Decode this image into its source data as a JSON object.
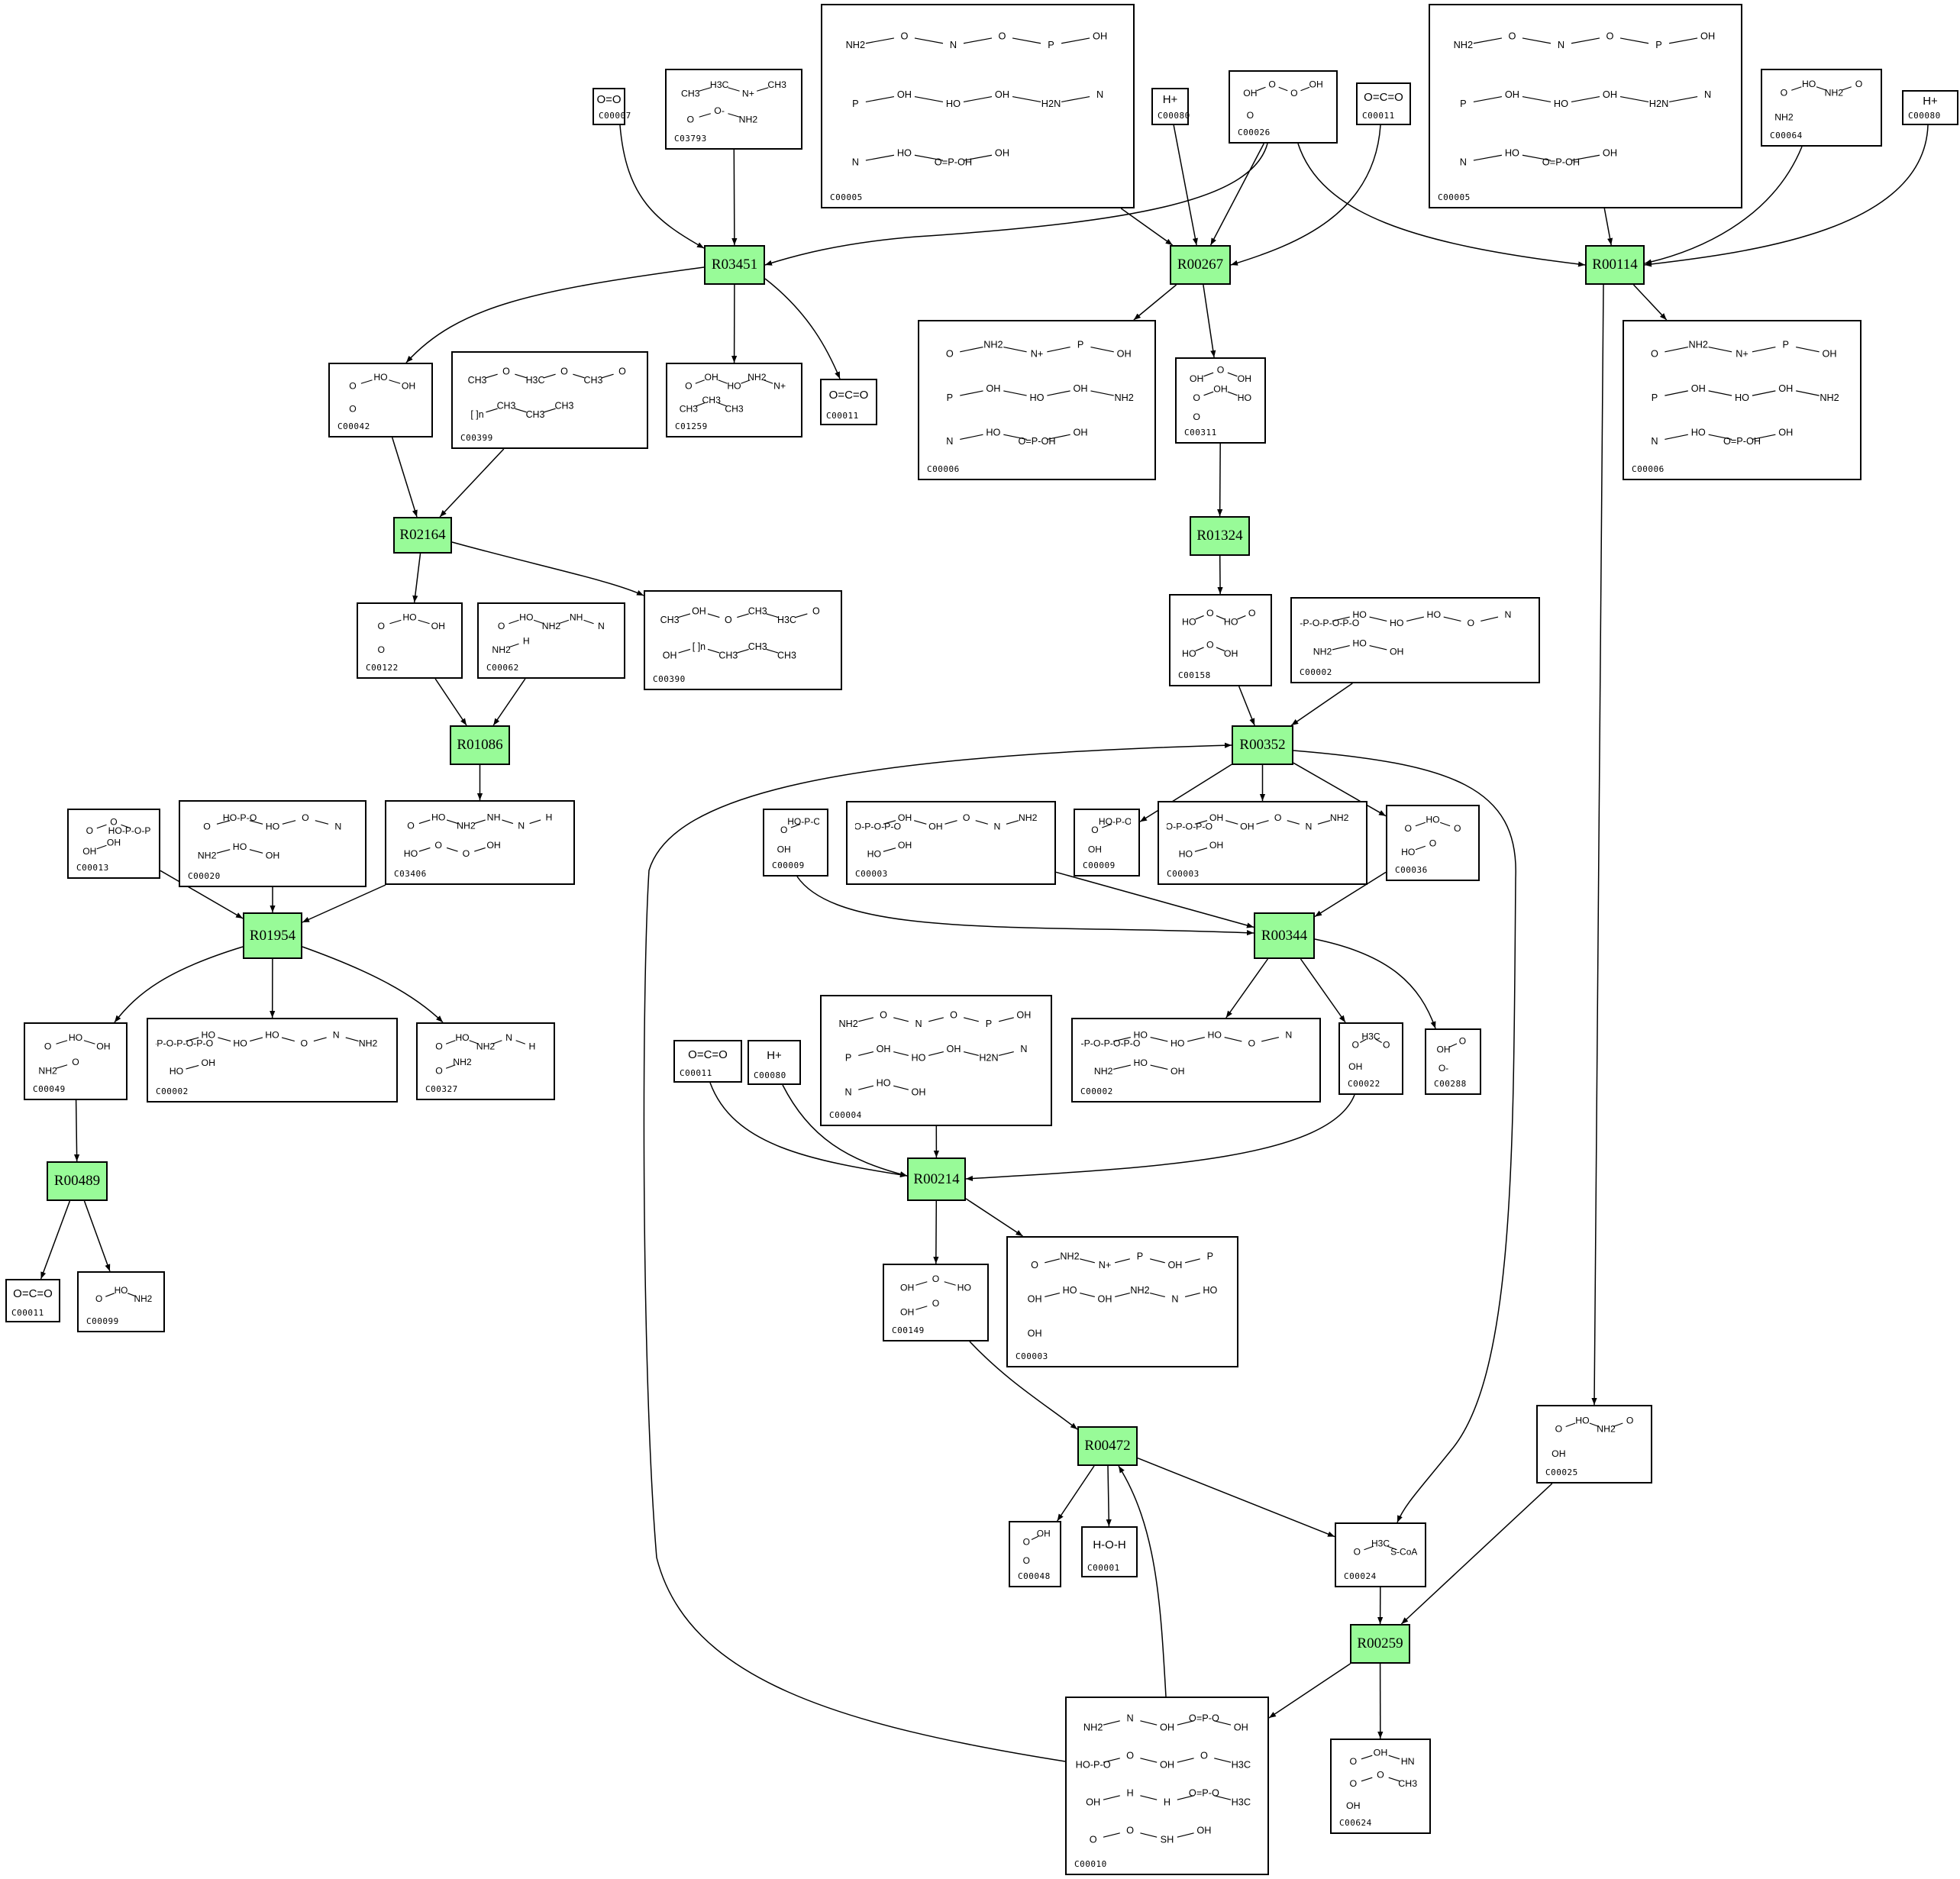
{
  "diagram": {
    "type": "metabolic-reaction-network",
    "colors": {
      "reaction_fill": "#98fb98",
      "border": "#000000",
      "edge": "#000000",
      "background": "#ffffff"
    },
    "reactions": [
      {
        "id": "r_R03451",
        "label": "R03451"
      },
      {
        "id": "r_R00267",
        "label": "R00267"
      },
      {
        "id": "r_R00114",
        "label": "R00114"
      },
      {
        "id": "r_R02164",
        "label": "R02164"
      },
      {
        "id": "r_R01324",
        "label": "R01324"
      },
      {
        "id": "r_R01086",
        "label": "R01086"
      },
      {
        "id": "r_R00352",
        "label": "R00352"
      },
      {
        "id": "r_R01954",
        "label": "R01954"
      },
      {
        "id": "r_R00344",
        "label": "R00344"
      },
      {
        "id": "r_R00489",
        "label": "R00489"
      },
      {
        "id": "r_R00214",
        "label": "R00214"
      },
      {
        "id": "r_R00472",
        "label": "R00472"
      },
      {
        "id": "r_R00259",
        "label": "R00259"
      }
    ],
    "compounds": [
      {
        "id": "c_C00007",
        "label": "C00007",
        "kind": "simple",
        "formula": "O=O"
      },
      {
        "id": "c_C03793",
        "label": "C03793",
        "kind": "struct",
        "fragments": [
          "CH3",
          "H3C",
          "N+",
          "CH3",
          "O",
          "O-",
          "NH2"
        ]
      },
      {
        "id": "c_C00005a",
        "label": "C00005",
        "kind": "struct",
        "fragments": [
          "NH2",
          "O",
          "N",
          "O",
          "P",
          "OH",
          "P",
          "OH",
          "HO",
          "OH",
          "H2N",
          "N",
          "N",
          "HO",
          "O=P-OH",
          "OH"
        ]
      },
      {
        "id": "c_C00080a",
        "label": "C00080",
        "kind": "simple",
        "formula": "H+"
      },
      {
        "id": "c_C00026",
        "label": "C00026",
        "kind": "struct",
        "fragments": [
          "OH",
          "O",
          "O",
          "OH",
          "O"
        ]
      },
      {
        "id": "c_C00011a",
        "label": "C00011",
        "kind": "simple",
        "formula": "O=C=O"
      },
      {
        "id": "c_C00005b",
        "label": "C00005",
        "kind": "struct",
        "fragments": [
          "NH2",
          "O",
          "N",
          "O",
          "P",
          "OH",
          "P",
          "OH",
          "HO",
          "OH",
          "H2N",
          "N",
          "N",
          "HO",
          "O=P-OH",
          "OH"
        ]
      },
      {
        "id": "c_C00064",
        "label": "C00064",
        "kind": "struct",
        "fragments": [
          "O",
          "HO",
          "NH2",
          "O",
          "NH2"
        ]
      },
      {
        "id": "c_C00080b",
        "label": "C00080",
        "kind": "simple",
        "formula": "H+"
      },
      {
        "id": "c_C00042",
        "label": "C00042",
        "kind": "struct",
        "fragments": [
          "O",
          "HO",
          "OH",
          "O"
        ]
      },
      {
        "id": "c_C00399",
        "label": "C00399",
        "kind": "struct",
        "fragments": [
          "CH3",
          "O",
          "H3C",
          "O",
          "CH3",
          "O",
          "[ ]n",
          "CH3",
          "CH3",
          "CH3"
        ]
      },
      {
        "id": "c_C01259",
        "label": "C01259",
        "kind": "struct",
        "fragments": [
          "O",
          "OH",
          "HO",
          "NH2",
          "N+",
          "CH3",
          "CH3",
          "CH3"
        ]
      },
      {
        "id": "c_C00011b",
        "label": "C00011",
        "kind": "simple",
        "formula": "O=C=O"
      },
      {
        "id": "c_C00006a",
        "label": "C00006",
        "kind": "struct",
        "fragments": [
          "O",
          "NH2",
          "N+",
          "P",
          "OH",
          "P",
          "OH",
          "HO",
          "OH",
          "NH2",
          "N",
          "HO",
          "O=P-OH",
          "OH"
        ]
      },
      {
        "id": "c_C00311",
        "label": "C00311",
        "kind": "struct",
        "fragments": [
          "OH",
          "O",
          "OH",
          "O",
          "OH",
          "HO",
          "O"
        ]
      },
      {
        "id": "c_C00006b",
        "label": "C00006",
        "kind": "struct",
        "fragments": [
          "O",
          "NH2",
          "N+",
          "P",
          "OH",
          "P",
          "OH",
          "HO",
          "OH",
          "NH2",
          "N",
          "HO",
          "O=P-OH",
          "OH"
        ]
      },
      {
        "id": "c_C00122",
        "label": "C00122",
        "kind": "struct",
        "fragments": [
          "O",
          "HO",
          "OH",
          "O"
        ]
      },
      {
        "id": "c_C00062",
        "label": "C00062",
        "kind": "struct",
        "fragments": [
          "O",
          "HO",
          "NH2",
          "NH",
          "N",
          "NH2",
          "H"
        ]
      },
      {
        "id": "c_C00390",
        "label": "C00390",
        "kind": "struct",
        "fragments": [
          "CH3",
          "OH",
          "O",
          "CH3",
          "H3C",
          "O",
          "OH",
          "[ ]n",
          "CH3",
          "CH3",
          "CH3"
        ]
      },
      {
        "id": "c_C00158",
        "label": "C00158",
        "kind": "struct",
        "fragments": [
          "HO",
          "O",
          "HO",
          "O",
          "HO",
          "O",
          "OH"
        ]
      },
      {
        "id": "c_C00002a",
        "label": "C00002",
        "kind": "struct",
        "fragments": [
          "HO-P-O-P-O-P-O",
          "HO",
          "HO",
          "HO",
          "O",
          "N",
          "NH2",
          "HO",
          "OH"
        ]
      },
      {
        "id": "c_C00013",
        "label": "C00013",
        "kind": "struct",
        "fragments": [
          "O",
          "O",
          "HO-P-O-P-OH",
          "OH",
          "OH"
        ]
      },
      {
        "id": "c_C00020",
        "label": "C00020",
        "kind": "struct",
        "fragments": [
          "O",
          "HO-P-O",
          "HO",
          "O",
          "N",
          "NH2",
          "HO",
          "OH"
        ]
      },
      {
        "id": "c_C03406",
        "label": "C03406",
        "kind": "struct",
        "fragments": [
          "O",
          "HO",
          "NH2",
          "NH",
          "N",
          "H",
          "HO",
          "O",
          "O",
          "OH"
        ]
      },
      {
        "id": "c_C00009a",
        "label": "C00009",
        "kind": "struct",
        "fragments": [
          "O",
          "HO-P-OH",
          "OH"
        ]
      },
      {
        "id": "c_C00003a",
        "label": "C00003",
        "kind": "struct",
        "fragments": [
          "HO-P-O-P-O",
          "OH",
          "OH",
          "O",
          "N",
          "NH2",
          "HO",
          "OH"
        ]
      },
      {
        "id": "c_C00009b",
        "label": "C00009",
        "kind": "struct",
        "fragments": [
          "O",
          "HO-P-OH",
          "OH"
        ]
      },
      {
        "id": "c_C00003b",
        "label": "C00003",
        "kind": "struct",
        "fragments": [
          "HO-P-O-P-O",
          "OH",
          "OH",
          "O",
          "N",
          "NH2",
          "HO",
          "OH"
        ]
      },
      {
        "id": "c_C00036",
        "label": "C00036",
        "kind": "struct",
        "fragments": [
          "O",
          "HO",
          "O",
          "HO",
          "O"
        ]
      },
      {
        "id": "c_C00049",
        "label": "C00049",
        "kind": "struct",
        "fragments": [
          "O",
          "HO",
          "OH",
          "NH2",
          "O"
        ]
      },
      {
        "id": "c_C00002b",
        "label": "C00002",
        "kind": "struct",
        "fragments": [
          "HO-P-O-P-O-P-O",
          "HO",
          "HO",
          "HO",
          "O",
          "N",
          "NH2",
          "HO",
          "OH"
        ]
      },
      {
        "id": "c_C00327",
        "label": "C00327",
        "kind": "struct",
        "fragments": [
          "O",
          "HO",
          "NH2",
          "N",
          "H",
          "O",
          "NH2"
        ]
      },
      {
        "id": "c_C00011c",
        "label": "C00011",
        "kind": "simple",
        "formula": "O=C=O"
      },
      {
        "id": "c_C00080c",
        "label": "C00080",
        "kind": "simple",
        "formula": "H+"
      },
      {
        "id": "c_C00004",
        "label": "C00004",
        "kind": "struct",
        "fragments": [
          "NH2",
          "O",
          "N",
          "O",
          "P",
          "OH",
          "P",
          "OH",
          "HO",
          "OH",
          "H2N",
          "N",
          "N",
          "HO",
          "OH"
        ]
      },
      {
        "id": "c_C00002c",
        "label": "C00002",
        "kind": "struct",
        "fragments": [
          "HO-P-O-P-O-P-O",
          "HO",
          "HO",
          "HO",
          "O",
          "N",
          "NH2",
          "HO",
          "OH"
        ]
      },
      {
        "id": "c_C00022",
        "label": "C00022",
        "kind": "struct",
        "fragments": [
          "O",
          "H3C",
          "O",
          "OH"
        ]
      },
      {
        "id": "c_C00288",
        "label": "C00288",
        "kind": "struct",
        "fragments": [
          "OH",
          "O",
          "O-"
        ]
      },
      {
        "id": "c_C00011d",
        "label": "C00011",
        "kind": "simple",
        "formula": "O=C=O"
      },
      {
        "id": "c_C00099",
        "label": "C00099",
        "kind": "struct",
        "fragments": [
          "O",
          "HO",
          "NH2"
        ]
      },
      {
        "id": "c_C00149",
        "label": "C00149",
        "kind": "struct",
        "fragments": [
          "OH",
          "O",
          "HO",
          "OH",
          "O"
        ]
      },
      {
        "id": "c_C00003c",
        "label": "C00003",
        "kind": "struct",
        "fragments": [
          "O",
          "NH2",
          "N+",
          "P",
          "OH",
          "P",
          "OH",
          "HO",
          "OH",
          "NH2",
          "N",
          "HO",
          "OH"
        ]
      },
      {
        "id": "c_C00025",
        "label": "C00025",
        "kind": "struct",
        "fragments": [
          "O",
          "HO",
          "NH2",
          "O",
          "OH"
        ]
      },
      {
        "id": "c_C00048",
        "label": "C00048",
        "kind": "struct",
        "fragments": [
          "O",
          "OH",
          "O"
        ]
      },
      {
        "id": "c_C00001",
        "label": "C00001",
        "kind": "simple",
        "formula": "H-O-H"
      },
      {
        "id": "c_C00024",
        "label": "C00024",
        "kind": "struct",
        "fragments": [
          "O",
          "H3C",
          "S-CoA"
        ]
      },
      {
        "id": "c_C00010",
        "label": "C00010",
        "kind": "struct",
        "fragments": [
          "NH2",
          "N",
          "OH",
          "O=P-O",
          "OH",
          "HO-P-O",
          "O",
          "OH",
          "O",
          "H3C",
          "OH",
          "H",
          "H",
          "O=P-O",
          "H3C",
          "O",
          "O",
          "SH",
          "OH"
        ]
      },
      {
        "id": "c_C00624",
        "label": "C00624",
        "kind": "struct",
        "fragments": [
          "O",
          "OH",
          "HN",
          "O",
          "O",
          "CH3",
          "OH"
        ]
      }
    ],
    "edges": [
      {
        "from": "c_C00007",
        "to": "r_R03451"
      },
      {
        "from": "c_C03793",
        "to": "r_R03451"
      },
      {
        "from": "c_C00026",
        "to": "r_R03451"
      },
      {
        "from": "r_R03451",
        "to": "c_C00042"
      },
      {
        "from": "r_R03451",
        "to": "c_C01259"
      },
      {
        "from": "r_R03451",
        "to": "c_C00011b"
      },
      {
        "from": "c_C00005a",
        "to": "r_R00267"
      },
      {
        "from": "c_C00080a",
        "to": "r_R00267"
      },
      {
        "from": "c_C00026",
        "to": "r_R00267"
      },
      {
        "from": "c_C00011a",
        "to": "r_R00267"
      },
      {
        "from": "r_R00267",
        "to": "c_C00006a"
      },
      {
        "from": "r_R00267",
        "to": "c_C00311"
      },
      {
        "from": "c_C00026",
        "to": "r_R00114"
      },
      {
        "from": "c_C00005b",
        "to": "r_R00114"
      },
      {
        "from": "c_C00064",
        "to": "r_R00114"
      },
      {
        "from": "c_C00080b",
        "to": "r_R00114"
      },
      {
        "from": "r_R00114",
        "to": "c_C00006b"
      },
      {
        "from": "r_R00114",
        "to": "c_C00025"
      },
      {
        "from": "c_C00042",
        "to": "r_R02164"
      },
      {
        "from": "c_C00399",
        "to": "r_R02164"
      },
      {
        "from": "r_R02164",
        "to": "c_C00122"
      },
      {
        "from": "r_R02164",
        "to": "c_C00390"
      },
      {
        "from": "c_C00311",
        "to": "r_R01324"
      },
      {
        "from": "r_R01324",
        "to": "c_C00158"
      },
      {
        "from": "c_C00122",
        "to": "r_R01086"
      },
      {
        "from": "c_C00062",
        "to": "r_R01086"
      },
      {
        "from": "r_R01086",
        "to": "c_C03406"
      },
      {
        "from": "c_C00158",
        "to": "r_R00352"
      },
      {
        "from": "c_C00002a",
        "to": "r_R00352"
      },
      {
        "from": "c_C00010",
        "to": "r_R00352"
      },
      {
        "from": "r_R00352",
        "to": "c_C00009b"
      },
      {
        "from": "r_R00352",
        "to": "c_C00003b"
      },
      {
        "from": "r_R00352",
        "to": "c_C00036"
      },
      {
        "from": "r_R00352",
        "to": "c_C00024"
      },
      {
        "from": "c_C00013",
        "to": "r_R01954"
      },
      {
        "from": "c_C00020",
        "to": "r_R01954"
      },
      {
        "from": "c_C03406",
        "to": "r_R01954"
      },
      {
        "from": "r_R01954",
        "to": "c_C00049"
      },
      {
        "from": "r_R01954",
        "to": "c_C00002b"
      },
      {
        "from": "r_R01954",
        "to": "c_C00327"
      },
      {
        "from": "c_C00009a",
        "to": "r_R00344"
      },
      {
        "from": "c_C00003a",
        "to": "r_R00344"
      },
      {
        "from": "c_C00036",
        "to": "r_R00344"
      },
      {
        "from": "r_R00344",
        "to": "c_C00002c"
      },
      {
        "from": "r_R00344",
        "to": "c_C00022"
      },
      {
        "from": "r_R00344",
        "to": "c_C00288"
      },
      {
        "from": "c_C00049",
        "to": "r_R00489"
      },
      {
        "from": "r_R00489",
        "to": "c_C00011d"
      },
      {
        "from": "r_R00489",
        "to": "c_C00099"
      },
      {
        "from": "c_C00011c",
        "to": "r_R00214"
      },
      {
        "from": "c_C00080c",
        "to": "r_R00214"
      },
      {
        "from": "c_C00004",
        "to": "r_R00214"
      },
      {
        "from": "c_C00022",
        "to": "r_R00214"
      },
      {
        "from": "r_R00214",
        "to": "c_C00149"
      },
      {
        "from": "r_R00214",
        "to": "c_C00003c"
      },
      {
        "from": "c_C00149",
        "to": "r_R00472"
      },
      {
        "from": "c_C00010",
        "to": "r_R00472"
      },
      {
        "from": "r_R00472",
        "to": "c_C00048"
      },
      {
        "from": "r_R00472",
        "to": "c_C00001"
      },
      {
        "from": "r_R00472",
        "to": "c_C00024"
      },
      {
        "from": "c_C00024",
        "to": "r_R00259"
      },
      {
        "from": "c_C00025",
        "to": "r_R00259"
      },
      {
        "from": "r_R00259",
        "to": "c_C00010"
      },
      {
        "from": "r_R00259",
        "to": "c_C00624"
      }
    ]
  }
}
